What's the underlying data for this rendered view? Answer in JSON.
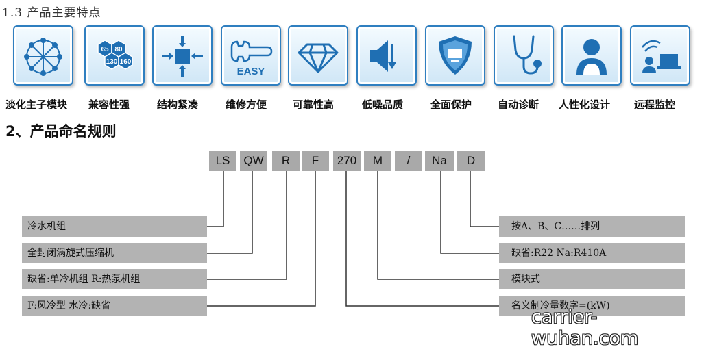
{
  "section1": {
    "title": "1.3 产品主要特点"
  },
  "features": [
    {
      "icon": "modular-network-icon",
      "label": "淡化主子模块"
    },
    {
      "icon": "capacity-hexagon-icon",
      "label": "兼容性强",
      "numbers": [
        "65",
        "80",
        "130",
        "160"
      ]
    },
    {
      "icon": "compact-arrows-icon",
      "label": "结构紧凑"
    },
    {
      "icon": "wrench-icon",
      "label": "维修方便",
      "badge": "EASY"
    },
    {
      "icon": "diamond-icon",
      "label": "可靠性高"
    },
    {
      "icon": "speaker-low-noise-icon",
      "label": "低噪品质"
    },
    {
      "icon": "shield-icon",
      "label": "全面保护"
    },
    {
      "icon": "stethoscope-icon",
      "label": "自动诊断"
    },
    {
      "icon": "user-icon",
      "label": "人性化设计"
    },
    {
      "icon": "remote-monitor-icon",
      "label": "远程监控"
    }
  ],
  "section2": {
    "title": "2、产品命名规则"
  },
  "naming_codes": [
    "LS",
    "QW",
    "R",
    "F",
    "270",
    "M",
    "/",
    "Na",
    "D"
  ],
  "left_descriptions": [
    "冷水机组",
    "全封闭涡旋式压缩机",
    "缺省:单冷机组 R:热泵机组",
    "F:风冷型 水冷:缺省"
  ],
  "right_descriptions": [
    "按A、B、C……排列",
    "缺省:R22 Na:R410A",
    "模块式",
    "名义制冷量数字=(kW)"
  ],
  "watermark": "carrier-wuhan.com",
  "colors": {
    "icon_border": "#2f7fc0",
    "icon_blue": "#1f6fb3",
    "box_gray": "#b3b3b3",
    "code_gray": "#a9a9a9"
  }
}
